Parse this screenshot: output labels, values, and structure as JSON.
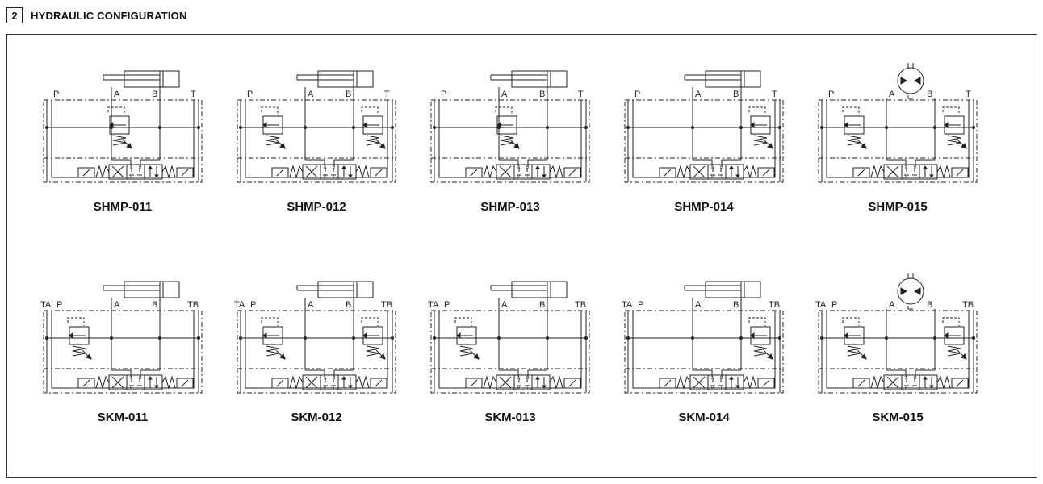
{
  "section": {
    "number": "2",
    "title": "HYDRAULIC CONFIGURATION"
  },
  "rows": [
    {
      "kind": "shmp",
      "ports": {
        "left": "P",
        "a": "A",
        "b": "B",
        "right": "T"
      },
      "valve_ports": {
        "a": "A",
        "b": "B",
        "p": "P",
        "t": "T"
      },
      "items": [
        {
          "label": "SHMP-011",
          "actuator": "cylinder",
          "relief": "center"
        },
        {
          "label": "SHMP-012",
          "actuator": "cylinder",
          "relief": "both"
        },
        {
          "label": "SHMP-013",
          "actuator": "cylinder",
          "relief": "center"
        },
        {
          "label": "SHMP-014",
          "actuator": "cylinder",
          "relief": "right"
        },
        {
          "label": "SHMP-015",
          "actuator": "motor",
          "relief": "both"
        }
      ]
    },
    {
      "kind": "skm",
      "ports": {
        "left": "TA",
        "p": "P",
        "a": "A",
        "b": "B",
        "right": "TB"
      },
      "valve_ports": {
        "a": "A",
        "b": "B",
        "p": "P",
        "t": "T"
      },
      "items": [
        {
          "label": "SKM-011",
          "actuator": "cylinder",
          "relief": "left"
        },
        {
          "label": "SKM-012",
          "actuator": "cylinder",
          "relief": "both"
        },
        {
          "label": "SKM-013",
          "actuator": "cylinder",
          "relief": "left"
        },
        {
          "label": "SKM-014",
          "actuator": "cylinder",
          "relief": "right"
        },
        {
          "label": "SKM-015",
          "actuator": "motor",
          "relief": "both"
        }
      ]
    }
  ]
}
